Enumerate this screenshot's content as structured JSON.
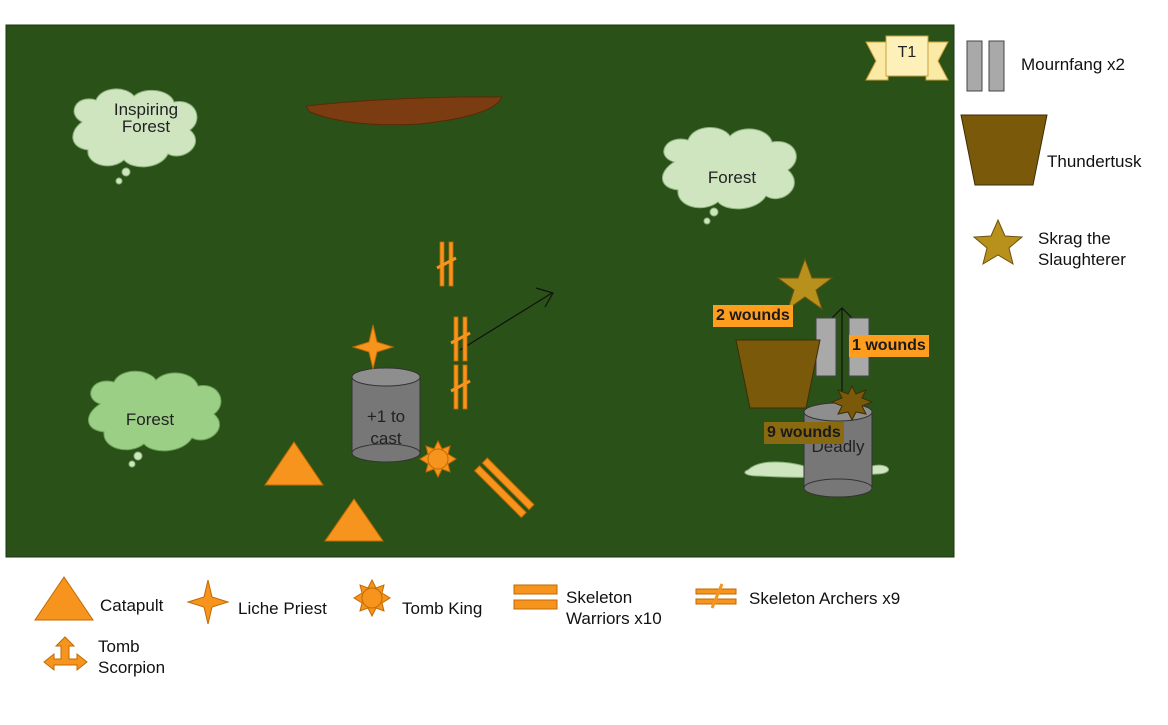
{
  "turn_banner": "T1",
  "terrain": {
    "forest_inspiring": "Inspiring\nForest",
    "forest_right": "Forest",
    "forest_left": "Forest",
    "building_cast": "+1 to\ncast",
    "building_deadly": "Deadly"
  },
  "wounds": {
    "thundertusk": "2 wounds",
    "mournfang": "1 wounds",
    "skrag": "9 wounds"
  },
  "legend_right": [
    {
      "icon": "mournfang-icon",
      "label": "Mournfang x2"
    },
    {
      "icon": "thundertusk-icon",
      "label": "Thundertusk"
    },
    {
      "icon": "skrag-star-icon",
      "label": "Skrag the\nSlaughterer"
    }
  ],
  "legend_bottom": [
    {
      "icon": "catapult-icon",
      "label": "Catapult"
    },
    {
      "icon": "liche-priest-icon",
      "label": "Liche Priest"
    },
    {
      "icon": "tomb-king-icon",
      "label": "Tomb King"
    },
    {
      "icon": "skeleton-warriors-icon",
      "label": "Skeleton\nWarriors x10"
    },
    {
      "icon": "skeleton-archers-icon",
      "label": "Skeleton Archers x9"
    },
    {
      "icon": "tomb-scorpion-icon",
      "label": "Tomb\nScorpion"
    }
  ],
  "colors": {
    "board": "#2a5218",
    "undead_orange": "#f7941d",
    "ogre_gold": "#b8901c",
    "thundertusk_brown": "#7a5a0a",
    "mournfang_grey": "#a9a9a9",
    "forest_light": "#cfe5c0",
    "forest_mid": "#9ccf86"
  }
}
